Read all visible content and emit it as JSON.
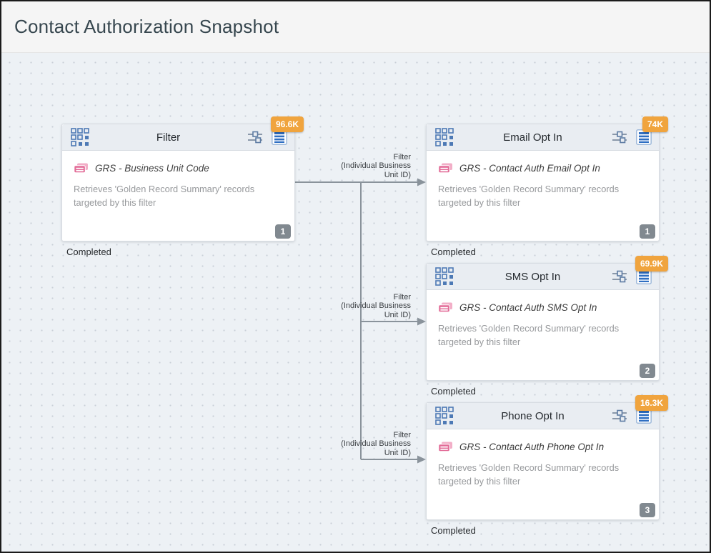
{
  "window": {
    "title": "Contact Authorization Snapshot"
  },
  "colors": {
    "canvas_bg": "#edf1f5",
    "node_header_bg": "#e9edf2",
    "badge_orange": "#f0a43e",
    "step_badge_gray": "#818990",
    "connector_gray": "#8a939b",
    "icon_blue": "#4d79b5",
    "list_icon_blue": "#2e6ec2",
    "data_icon_pink": "#e26b97"
  },
  "nodes": [
    {
      "title": "Filter",
      "count_badge": "96.6K",
      "source": "GRS - Business Unit Code",
      "description": "Retrieves 'Golden Record Summary' records targeted by this filter",
      "step": "1",
      "status": "Completed"
    },
    {
      "title": "Email Opt In",
      "count_badge": "74K",
      "source": "GRS - Contact Auth Email Opt In",
      "description": "Retrieves 'Golden Record Summary' records targeted by this filter",
      "step": "1",
      "status": "Completed"
    },
    {
      "title": "SMS Opt In",
      "count_badge": "69.9K",
      "source": "GRS - Contact Auth SMS Opt In",
      "description": "Retrieves 'Golden Record Summary' records targeted by this filter",
      "step": "2",
      "status": "Completed"
    },
    {
      "title": "Phone Opt In",
      "count_badge": "16.3K",
      "source": "GRS - Contact Auth Phone Opt In",
      "description": "Retrieves 'Golden Record Summary' records targeted by this filter",
      "step": "3",
      "status": "Completed"
    }
  ],
  "connectors": {
    "labels": [
      {
        "lines": [
          "Filter",
          "(Individual Business",
          "Unit ID)"
        ]
      },
      {
        "lines": [
          "Filter",
          "(Individual Business",
          "Unit ID)"
        ]
      },
      {
        "lines": [
          "Filter",
          "(Individual Business",
          "Unit ID)"
        ]
      }
    ]
  },
  "icons": {
    "grid": "grid-handle-icon",
    "sliders": "filter-settings-icon",
    "list": "results-list-icon",
    "data": "data-extension-icon"
  }
}
